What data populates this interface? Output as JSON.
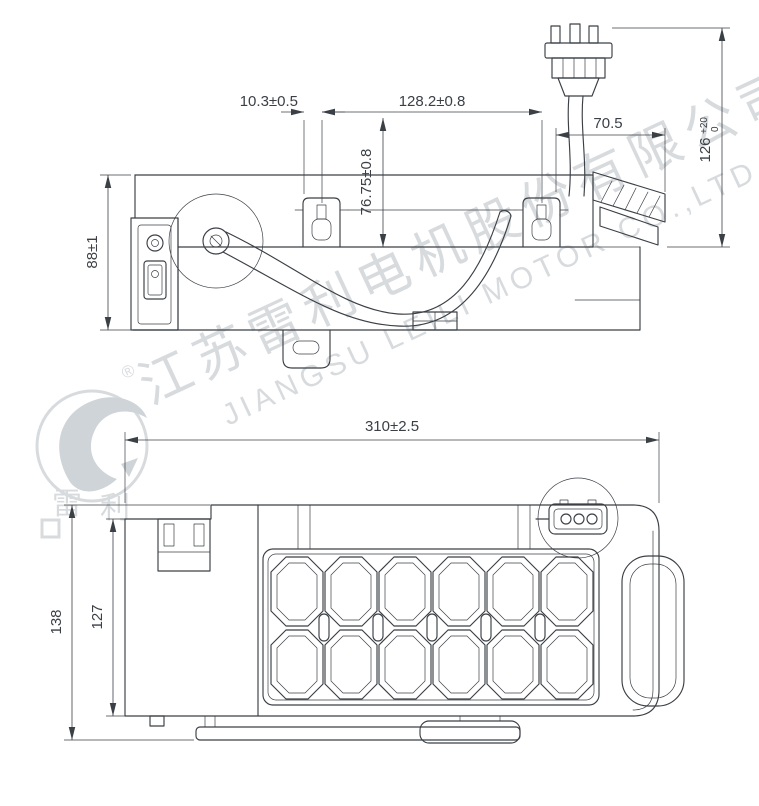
{
  "watermark": {
    "registered": "®",
    "company_cn": "江苏雷利电机股份有限公司",
    "company_en": "JIANGSU LEILI MOTOR CO.,LTD",
    "logo_char_left": "雷",
    "logo_char_right": "利"
  },
  "top_view": {
    "dims": {
      "cup_offset": "10.3±0.5",
      "cup_spacing": "128.2±0.8",
      "connector_offset": "70.5",
      "cup_height": "76.75±0.8",
      "body_height": "88±1",
      "harness_height": "126",
      "harness_tol_upper": "+20",
      "harness_tol_lower": "0"
    }
  },
  "bottom_view": {
    "dims": {
      "overall_width": "310±2.5",
      "overall_depth": "138",
      "housing_depth": "127"
    }
  },
  "colors": {
    "line": "#3b4046",
    "wm": "#d8dbde",
    "wm_logo": "#cfd4d8",
    "bg": "#ffffff"
  }
}
